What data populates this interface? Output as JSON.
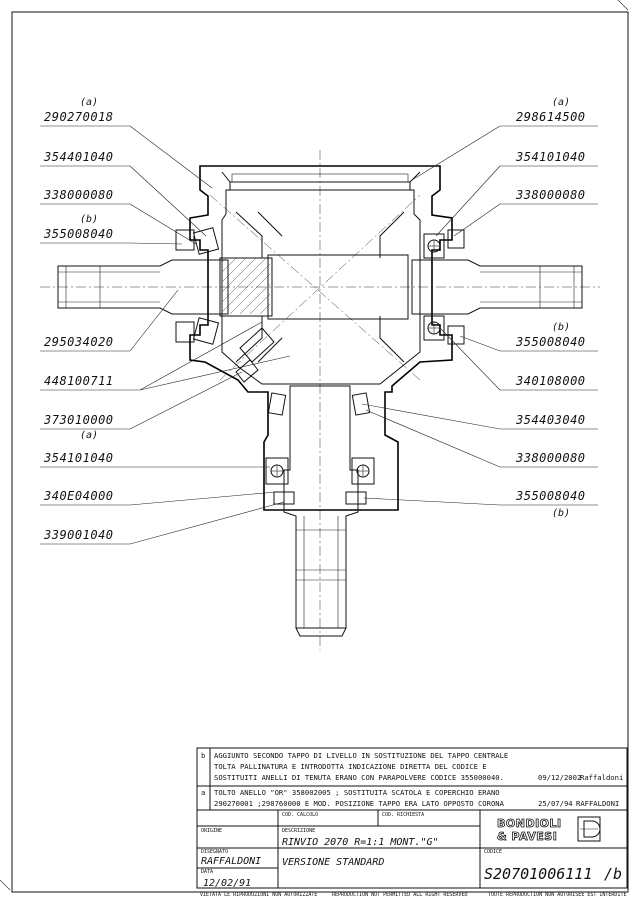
{
  "labels_left": [
    {
      "tag": "(a)",
      "code": "290270018"
    },
    {
      "tag": "",
      "code": "354401040"
    },
    {
      "tag": "",
      "code": "338000080"
    },
    {
      "tag": "(b)",
      "code": "355008040"
    },
    {
      "tag": "",
      "code": "295034020"
    },
    {
      "tag": "",
      "code": "448100711"
    },
    {
      "tag": "",
      "code": "373010000"
    },
    {
      "tag": "(a)",
      "code": "354101040"
    },
    {
      "tag": "",
      "code": "340E04000"
    },
    {
      "tag": "",
      "code": "339001040"
    }
  ],
  "labels_right": [
    {
      "tag": "(a)",
      "code": "298614500"
    },
    {
      "tag": "",
      "code": "354101040"
    },
    {
      "tag": "",
      "code": "338000080"
    },
    {
      "tag": "(b)",
      "code": "355008040"
    },
    {
      "tag": "",
      "code": "340108000"
    },
    {
      "tag": "",
      "code": "354403040"
    },
    {
      "tag": "",
      "code": "338000080"
    },
    {
      "tag": "(b)",
      "code": "355008040"
    }
  ],
  "revisions": [
    {
      "letter": "b",
      "lines": [
        "AGGIUNTO SECONDO TAPPO DI LIVELLO IN SOSTITUZIONE DEL TAPPO CENTRALE",
        "TOLTA PALLINATURA E INTRODOTTA INDICAZIONE DIRETTA DEL CODICE E",
        "SOSTITUITI ANELLI DI TENUTA ERANO CON PARAPOLVERE CODICE 355000040."
      ],
      "date": "09/12/2002",
      "author": "Raffaldoni"
    },
    {
      "letter": "a",
      "lines": [
        "TOLTO ANELLO \"OR\" 358002005 ; SOSTITUITA SCATOLA E COPERCHIO ERANO",
        "290270001 ;298760000 E MOD. POSIZIONE TAPPO ERA LATO OPPOSTO CORONA"
      ],
      "date": "25/07/94",
      "author": "RAFFALDONI"
    }
  ],
  "title_block": {
    "cod_calcolo_label": "COD. CALCOLO",
    "cod_richiesta_label": "COD. RICHIESTA",
    "origine_label": "ORIGINE",
    "descrizione_label": "DESCRIZIONE",
    "description_line1": "RINVIO 2070 R=1:1 MONT.\"G\"",
    "description_line2": "VERSIONE STANDARD",
    "disegnato_label": "DISEGNATO",
    "disegnato_value": "RAFFALDONI",
    "data_label": "DATA",
    "data_value": "12/02/91",
    "codice_label": "CODICE",
    "codice_value": "S20701006111",
    "revision_suffix": "/b",
    "brand_line1": "BONDIOLI",
    "brand_line2": "& PAVESI"
  },
  "footer_notes": [
    "VIETATA LE RIPRODUZIONI NON AUTORIZZATE",
    "REPRODUCTION NOT PERMITTED ALL RIGHT RESERVED",
    "TOUTE REPRODUCTION NON AUTORISEE EST INTERDITE"
  ]
}
